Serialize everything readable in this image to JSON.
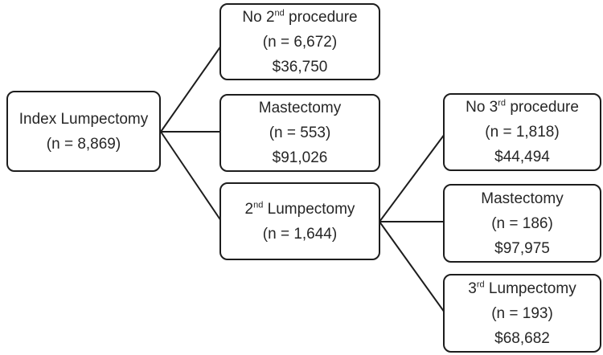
{
  "figure": {
    "background_color": "#ffffff",
    "line_color": "#1d1d1d",
    "box_border_color": "#1d1d1d",
    "text_color": "#262626"
  },
  "nodes": {
    "index": {
      "t1": "Index Lumpectomy",
      "sup": "",
      "t2": "",
      "n": "(n = 8,869)",
      "cost": ""
    },
    "no_2nd_procedure": {
      "t1": "No 2",
      "sup": "nd",
      "t2": " procedure",
      "n": "(n = 6,672)",
      "cost": "$36,750"
    },
    "mastectomy_2nd": {
      "t1": "Mastectomy",
      "sup": "",
      "t2": "",
      "n": "(n = 553)",
      "cost": "$91,026"
    },
    "lumpectomy_2nd": {
      "t1": "2",
      "sup": "nd",
      "t2": " Lumpectomy",
      "n": "(n = 1,644)",
      "cost": ""
    },
    "no_3rd_procedure": {
      "t1": "No 3",
      "sup": "rd",
      "t2": " procedure",
      "n": "(n = 1,818)",
      "cost": "$44,494"
    },
    "mastectomy_3rd": {
      "t1": "Mastectomy",
      "sup": "",
      "t2": "",
      "n": "(n = 186)",
      "cost": "$97,975"
    },
    "lumpectomy_3rd": {
      "t1": "3",
      "sup": "rd",
      "t2": " Lumpectomy",
      "n": "(n = 193)",
      "cost": "$68,682"
    }
  },
  "edges": [
    {
      "from": "index",
      "to": "no_2nd_procedure"
    },
    {
      "from": "index",
      "to": "mastectomy_2nd"
    },
    {
      "from": "index",
      "to": "lumpectomy_2nd"
    },
    {
      "from": "lumpectomy_2nd",
      "to": "no_3rd_procedure"
    },
    {
      "from": "lumpectomy_2nd",
      "to": "mastectomy_3rd"
    },
    {
      "from": "lumpectomy_2nd",
      "to": "lumpectomy_3rd"
    }
  ]
}
